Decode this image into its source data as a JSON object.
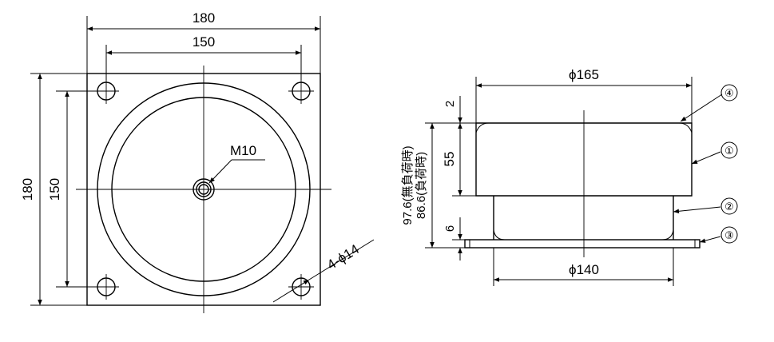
{
  "top_view": {
    "width_outer": "180",
    "width_holes": "150",
    "height_outer": "180",
    "height_holes": "150",
    "thread_label": "M10",
    "holes_label": "4-ϕ14"
  },
  "side_view": {
    "top_diameter": "ϕ165",
    "bottom_diameter": "ϕ140",
    "dim_gap": "2",
    "dim_upper": "55",
    "dim_plate": "6",
    "height_unloaded": "97.6(無負荷時)",
    "height_loaded": "86.6(負荷時)"
  },
  "callouts": [
    "④",
    "①",
    "②",
    "③"
  ]
}
